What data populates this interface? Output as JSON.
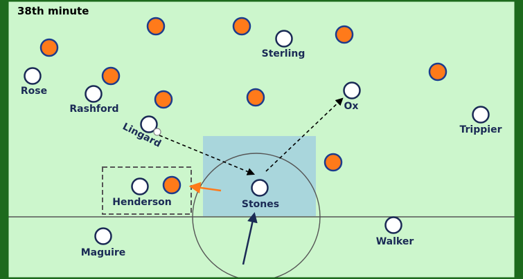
{
  "title": "38th minute",
  "colors": {
    "pitch": "#ccf6cc",
    "pitch_border": "#1d6a1d",
    "lines": "#555555",
    "team_fill": "#ffffff",
    "team_stroke": "#1a2a55",
    "opponent_fill": "#ff7a1a",
    "opponent_stroke": "#1c3c8c",
    "zone": "#a9d6dc",
    "arrow_dark": "#1a2a55",
    "arrow_black": "#000000",
    "arrow_orange": "#ff7a1a"
  },
  "team_players": [
    {
      "name": "Sterling"
    },
    {
      "name": "Rose"
    },
    {
      "name": "Rashford"
    },
    {
      "name": "Ox"
    },
    {
      "name": "Trippier"
    },
    {
      "name": "Lingard"
    },
    {
      "name": "Henderson"
    },
    {
      "name": "Stones"
    },
    {
      "name": "Maguire"
    },
    {
      "name": "Walker"
    }
  ],
  "opponent_count": 10
}
